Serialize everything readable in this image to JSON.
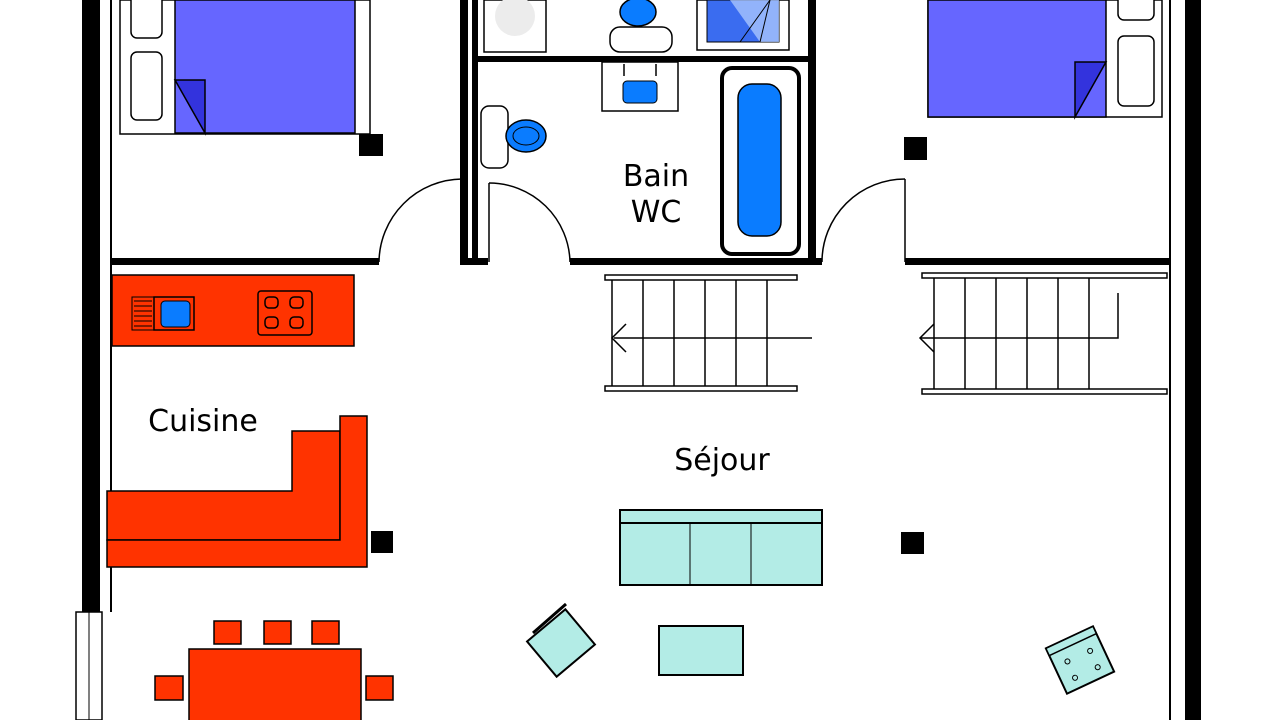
{
  "plan": {
    "rooms": {
      "bathroom": {
        "line1": "Bain",
        "line2": "WC"
      },
      "kitchen": {
        "label": "Cuisine"
      },
      "living": {
        "label": "Séjour"
      }
    }
  },
  "colors": {
    "wall": "#000000",
    "bed": "#6666ff",
    "bed_corner": "#3333dd",
    "water": "#0a7cff",
    "kitchen_red": "#ff3300",
    "sofa_cyan": "#b3ece6",
    "floor": "#ffffff"
  }
}
